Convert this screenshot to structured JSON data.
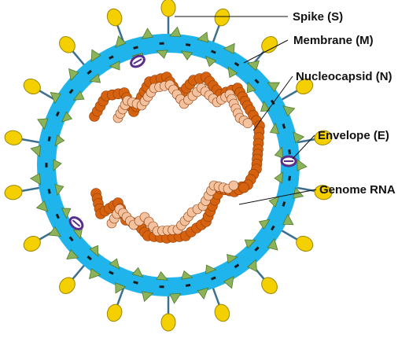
{
  "labels": {
    "spike": "Spike (S)",
    "membrane": "Membrane (M)",
    "nucleocapsid": "Nucleocapsid (N)",
    "envelope": "Envelope (E)",
    "genome": "Genome RNA"
  },
  "colors": {
    "envelope_ring": "#1fb4ec",
    "spike_head": "#f4d000",
    "spike_stalk": "#3d6f8e",
    "membrane_protein": "#8db35a",
    "membrane_protein_edge": "#4e7a2c",
    "envelope_protein": "#5a2f8c",
    "envelope_protein_fill": "#ffffff",
    "rna_dark": "#d6620f",
    "rna_light": "#f5c29f",
    "leader_line": "#111111"
  }
}
